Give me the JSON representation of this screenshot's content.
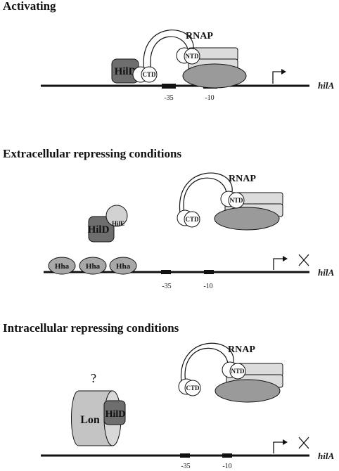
{
  "panels": [
    {
      "title": "Activating",
      "rnap_label": "RNAP",
      "ntd_label": "NTD",
      "ctd_label": "CTD",
      "regulator_label": "HilD",
      "minus35_label": "-35",
      "minus10_label": "-10",
      "gene_label": "hilA"
    },
    {
      "title": "Extracellular repressing conditions",
      "rnap_label": "RNAP",
      "ntd_label": "NTD",
      "ctd_label": "CTD",
      "regulator_label": "HilD",
      "partner_label": "HilE",
      "hha_labels": [
        "Hha",
        "Hha",
        "Hha"
      ],
      "minus35_label": "-35",
      "minus10_label": "-10",
      "gene_label": "hilA"
    },
    {
      "title": "Intracellular repressing conditions",
      "rnap_label": "RNAP",
      "ntd_label": "NTD",
      "ctd_label": "CTD",
      "protease_label": "Lon",
      "regulator_label": "HilD",
      "question_mark": "?",
      "minus35_label": "-35",
      "minus10_label": "-10",
      "gene_label": "hilA"
    }
  ],
  "colors": {
    "dna_line": "#111111",
    "rnap_body": "#9a9a9a",
    "rnap_subunits": "#dcdcdc",
    "hild": "#6e6e6e",
    "hile": "#d2d2d2",
    "hha": "#a8a8a8",
    "lon": "#c4c4c4"
  }
}
